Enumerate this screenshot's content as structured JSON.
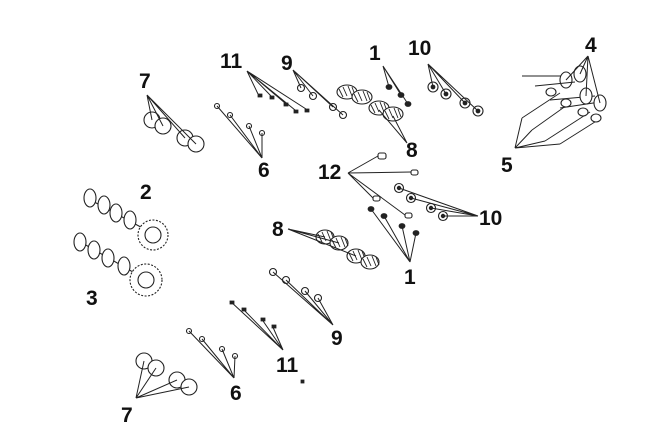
{
  "diagram": {
    "callouts": {
      "c1_top": "1",
      "c10_top": "10",
      "c4": "4",
      "c11_top": "11",
      "c9_top": "9",
      "c7_top": "7",
      "c8_top": "8",
      "c6_top": "6",
      "c5": "5",
      "c2": "2",
      "c12": "12",
      "c10_mid": "10",
      "c3": "3",
      "c8_mid": "8",
      "c1_mid": "1",
      "c9_bot": "9",
      "c11_bot": "11",
      "c6_bot": "6",
      "c7_bot": "7"
    },
    "colors": {
      "line": "#222222",
      "background": "#ffffff"
    }
  }
}
